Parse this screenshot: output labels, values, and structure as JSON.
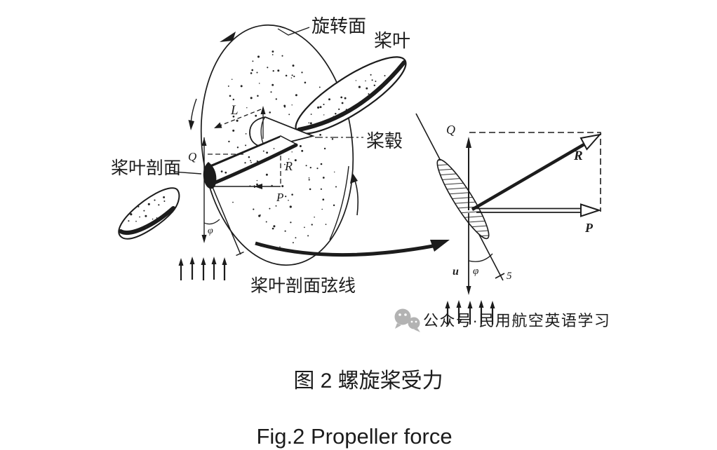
{
  "figure": {
    "left_diagram": {
      "label_rotation_plane": "旋转面",
      "label_blade": "桨叶",
      "label_hub": "桨毂",
      "label_blade_section": "桨叶剖面",
      "label_chord_line": "桨叶剖面弦线",
      "vector_L": "L",
      "vector_Q": "Q",
      "vector_R": "R",
      "vector_P": "P",
      "angle_phi": "φ"
    },
    "right_diagram": {
      "vector_Q": "Q",
      "vector_R": "R",
      "vector_P": "P",
      "velocity_u": "u",
      "angle_phi": "φ",
      "callout_5": "5"
    },
    "watermark": {
      "icon": "wechat-icon",
      "text": "公众号·民用航空英语学习",
      "color": "#b3b3b3"
    },
    "caption_zh": "图 2 螺旋桨受力",
    "caption_en": "Fig.2 Propeller force"
  },
  "colors": {
    "ink": "#1c1c1c",
    "background": "#ffffff",
    "watermark": "#b3b3b3"
  }
}
